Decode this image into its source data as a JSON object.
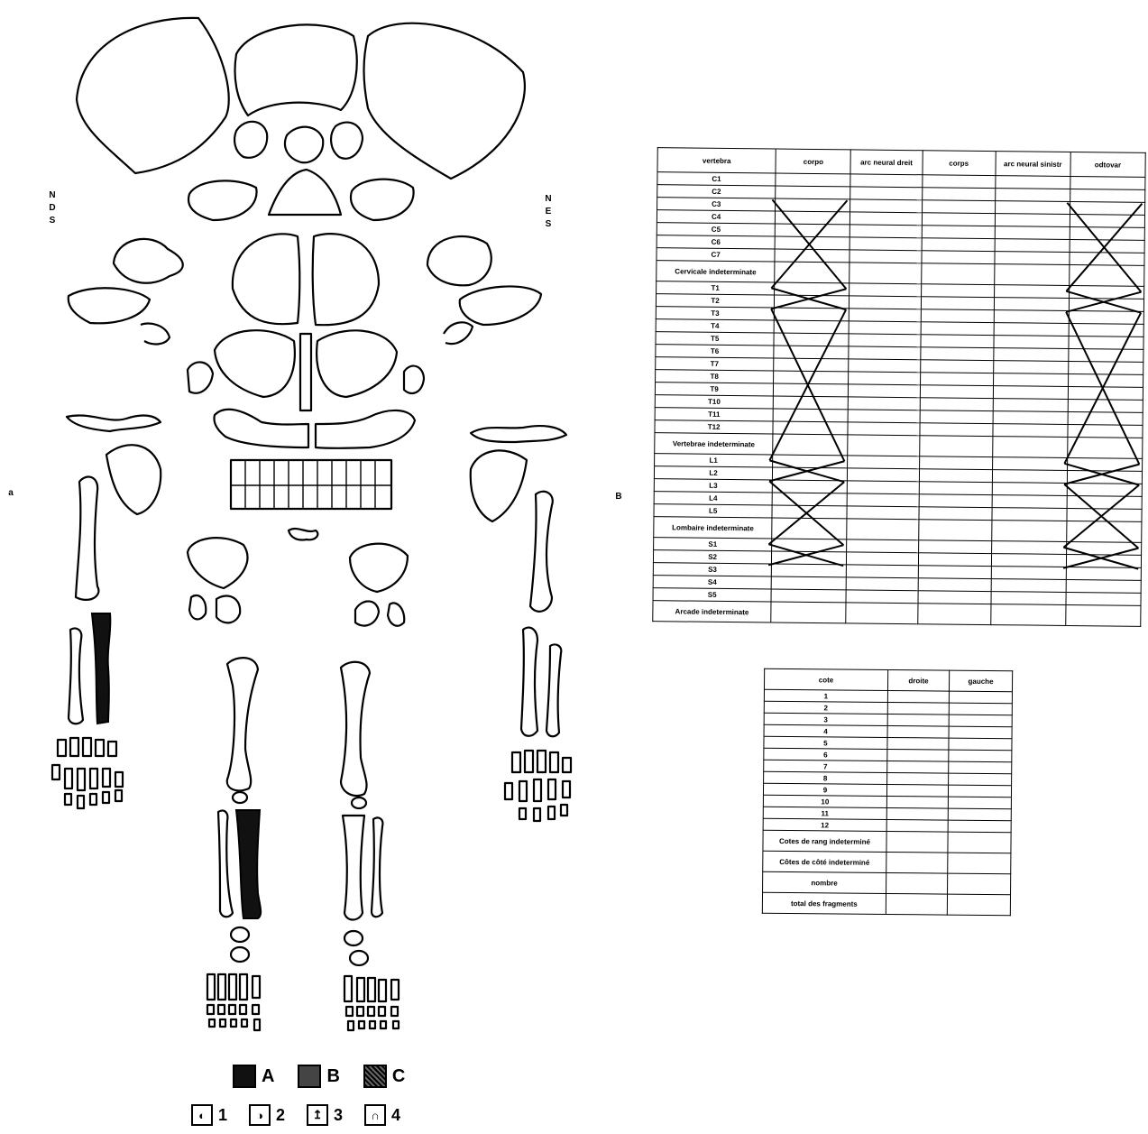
{
  "side_marks": {
    "upper_left": [
      "N",
      "D",
      "S"
    ],
    "upper_right": [
      "N",
      "E",
      "S"
    ],
    "mid_left": "a",
    "mid_right": "B"
  },
  "vertebra_table": {
    "headers": [
      "vertebra",
      "corpo",
      "arc neural dreit",
      "corps",
      "arc neural sinistr",
      "odtovar"
    ],
    "row_labels": [
      "C1",
      "C2",
      "C3",
      "C4",
      "C5",
      "C6",
      "C7",
      "Cervicale indeterminate",
      "T1",
      "T2",
      "T3",
      "T4",
      "T5",
      "T6",
      "T7",
      "T8",
      "T9",
      "T10",
      "T11",
      "T12",
      "Vertebrae indeterminate",
      "L1",
      "L2",
      "L3",
      "L4",
      "L5",
      "Lombaire indeterminate",
      "S1",
      "S2",
      "S3",
      "S4",
      "S5",
      "Arcade indeterminate"
    ]
  },
  "rib_table": {
    "headers": [
      "cote",
      "droite",
      "gauche"
    ],
    "row_labels": [
      "1",
      "2",
      "3",
      "4",
      "5",
      "6",
      "7",
      "8",
      "9",
      "10",
      "11",
      "12",
      "Cotes de rang indeterminé",
      "Côtes de côté indeterminé",
      "nombre",
      "total des fragments"
    ],
    "marks": [
      "",
      "",
      "",
      "",
      "",
      "",
      "",
      "",
      "",
      "",
      "",
      "",
      "",
      "",
      "",
      ""
    ]
  },
  "legend": {
    "shades": [
      "A",
      "B",
      "C"
    ],
    "icons": [
      {
        "number": "1",
        "glyph": "◐"
      },
      {
        "number": "2",
        "glyph": "◑"
      },
      {
        "number": "3",
        "glyph": "↥"
      },
      {
        "number": "4",
        "glyph": "∩"
      }
    ]
  }
}
